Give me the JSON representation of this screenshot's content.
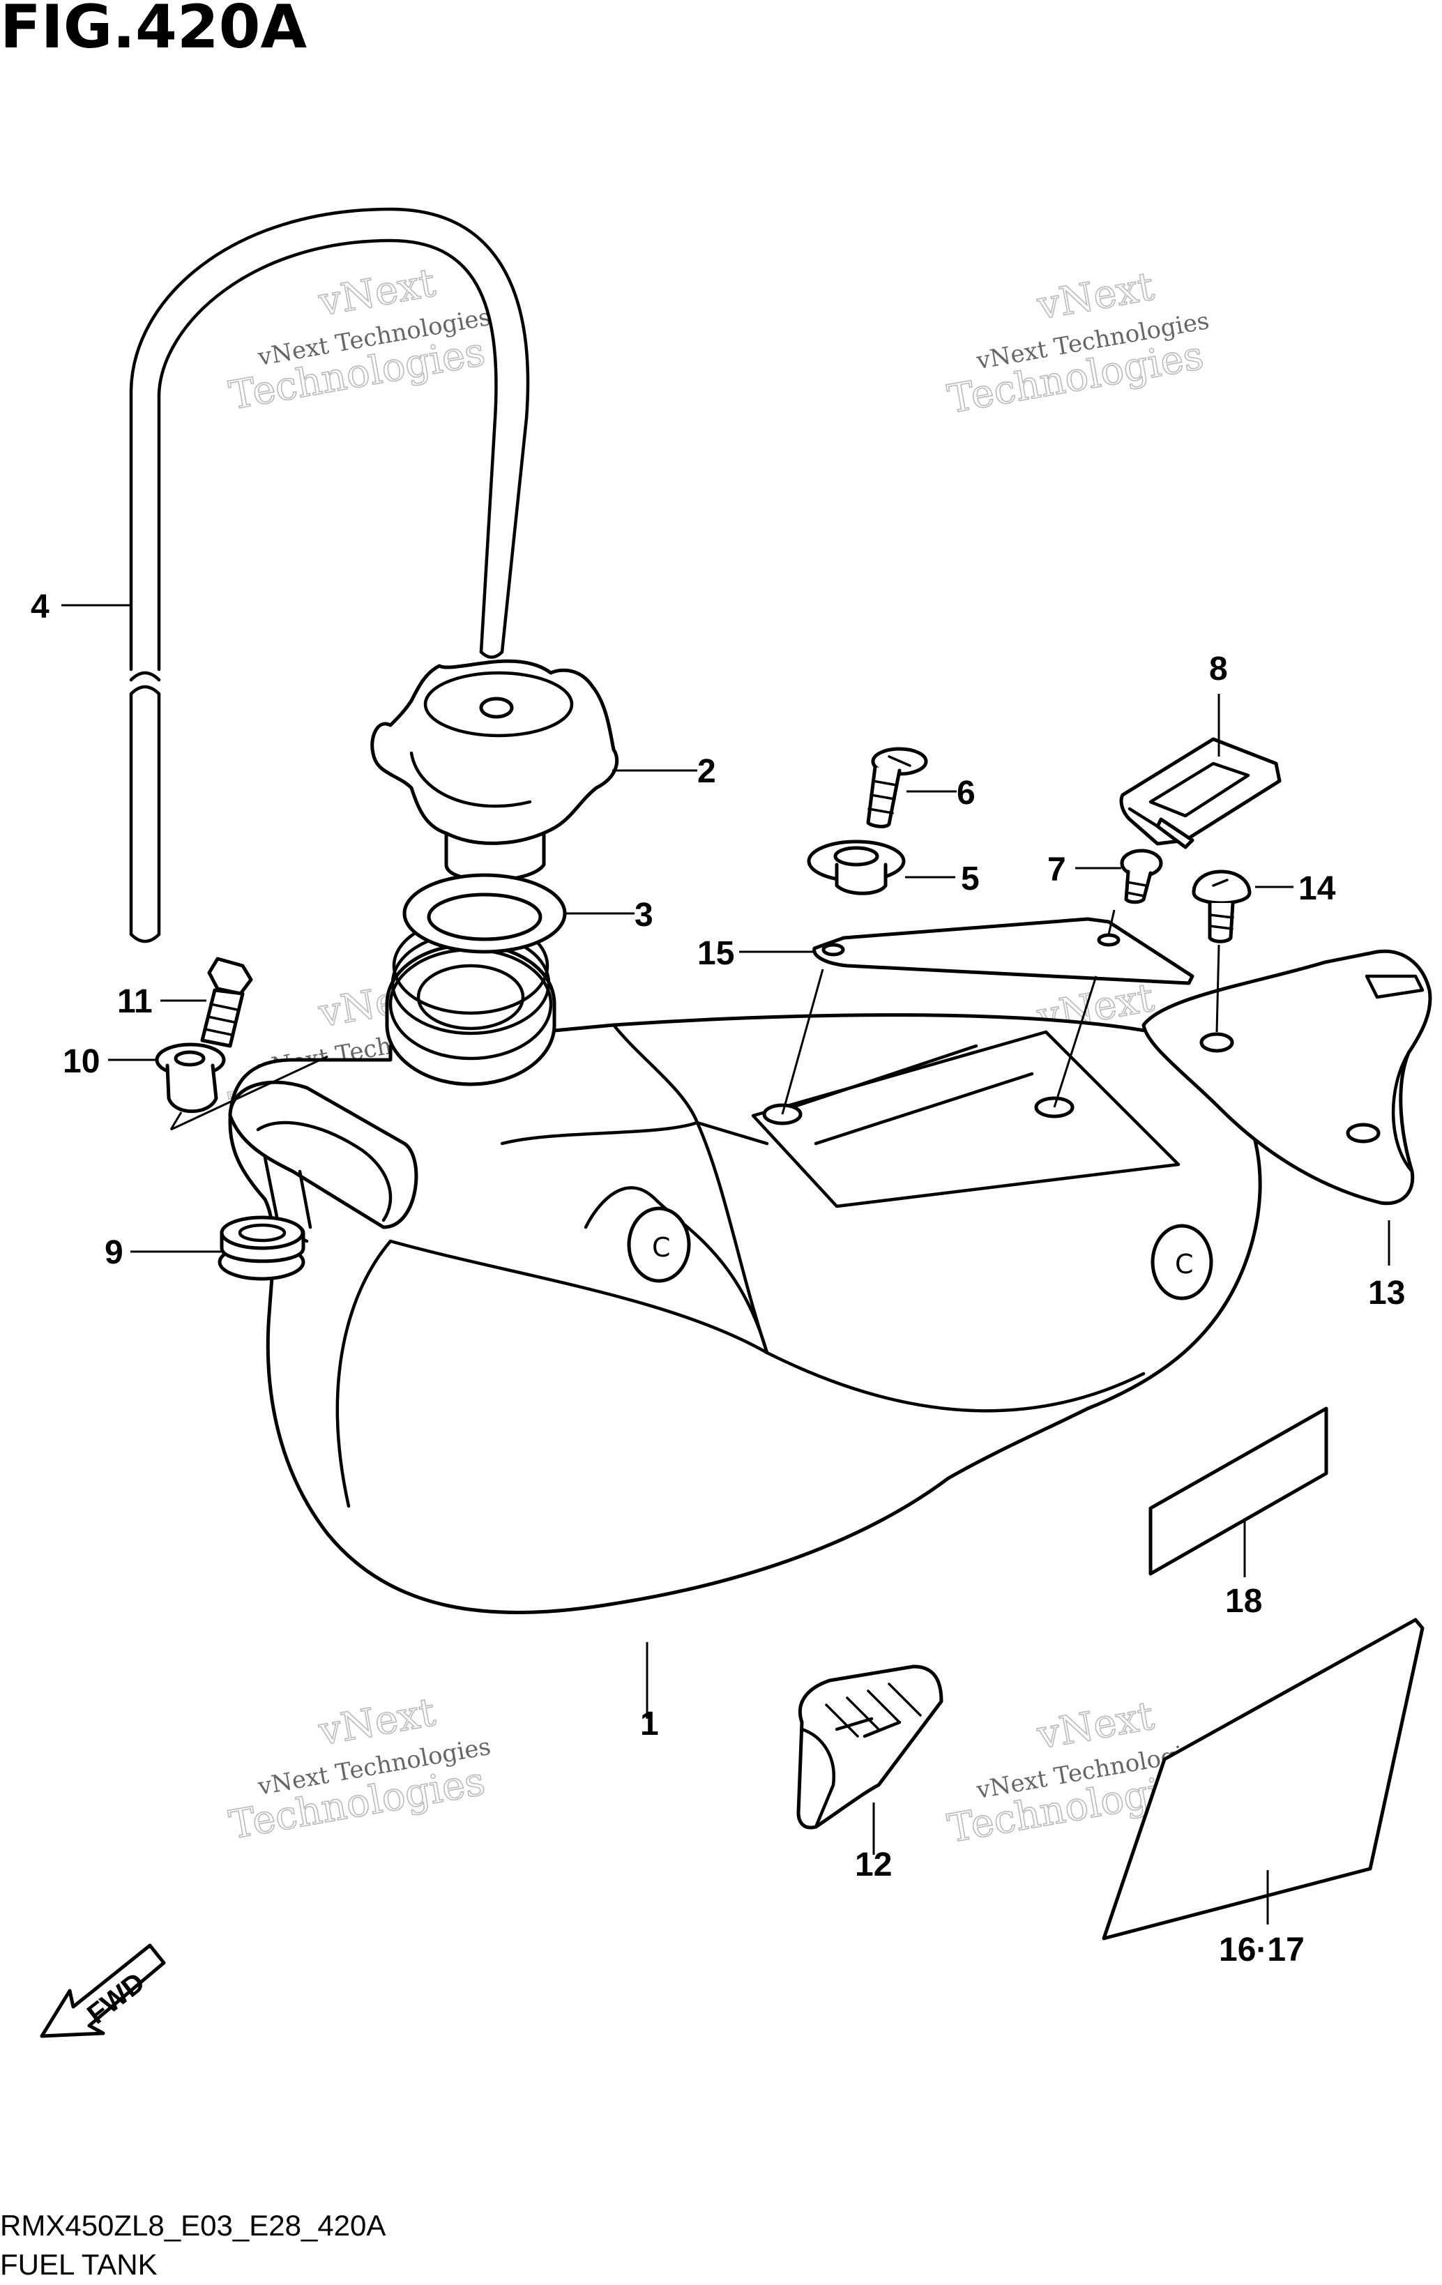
{
  "figure": {
    "title": "FIG.420A",
    "code": "RMX450ZL8_E03_E28_420A",
    "name": "FUEL TANK"
  },
  "watermark": {
    "line1": "vNext Technologies",
    "line2a": "vNext",
    "line2b": "Technologies"
  },
  "callouts": [
    "1",
    "2",
    "3",
    "4",
    "5",
    "6",
    "7",
    "8",
    "9",
    "10",
    "11",
    "12",
    "13",
    "14",
    "15",
    "16·17",
    "18"
  ],
  "icons": {
    "fwd": {
      "label": "FWD",
      "name": "forward-arrow-icon"
    },
    "tank_mark": "C"
  }
}
